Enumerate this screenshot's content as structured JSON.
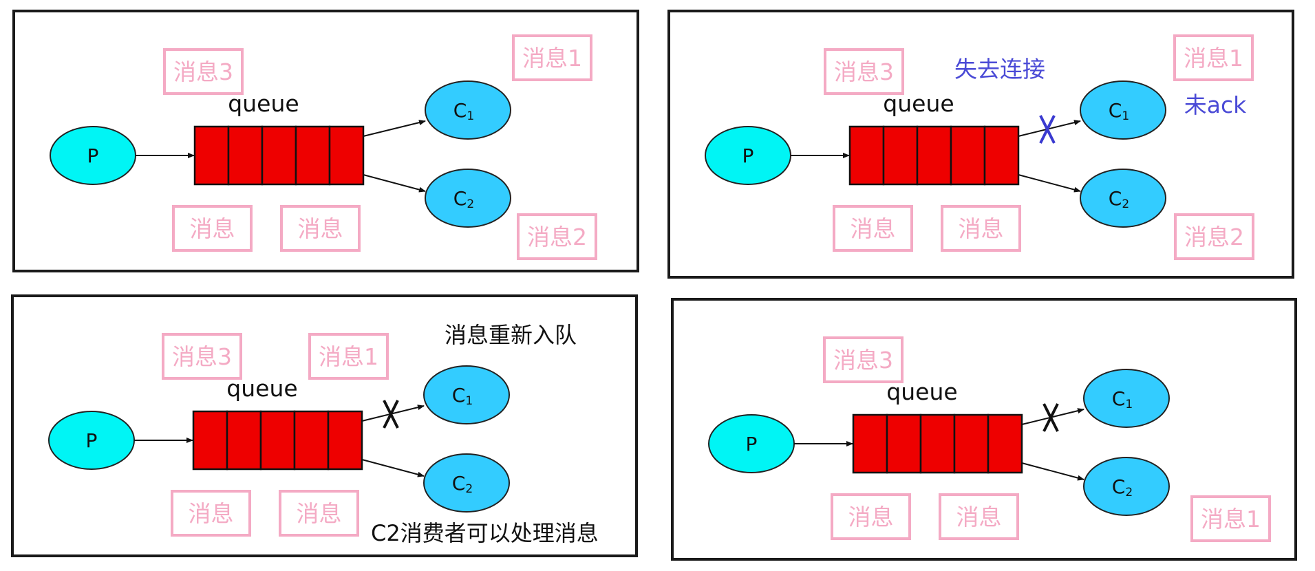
{
  "colors": {
    "message_border": "#f4aac4",
    "message_text": "#f4aac4",
    "queue_fill": "#ee0000",
    "producer_fill": "#00f5f5",
    "consumer_fill": "#33ccff",
    "annotation_blue": "#4a4ad6"
  },
  "icons": {
    "broken_link": "cross-mark-icon"
  },
  "panels": [
    {
      "queue_label": "queue",
      "producer": "P",
      "consumers": [
        {
          "letter": "C",
          "sub": "1"
        },
        {
          "letter": "C",
          "sub": "2"
        }
      ],
      "messages": [
        "消息3",
        "消息1",
        "消息",
        "消息",
        "消息2"
      ],
      "annotations": [],
      "c1_link_broken": false
    },
    {
      "queue_label": "queue",
      "producer": "P",
      "consumers": [
        {
          "letter": "C",
          "sub": "1"
        },
        {
          "letter": "C",
          "sub": "2"
        }
      ],
      "messages": [
        "消息3",
        "消息1",
        "消息",
        "消息",
        "消息2"
      ],
      "annotations": [
        "失去连接",
        "未ack"
      ],
      "c1_link_broken": true
    },
    {
      "queue_label": "queue",
      "producer": "P",
      "consumers": [
        {
          "letter": "C",
          "sub": "1"
        },
        {
          "letter": "C",
          "sub": "2"
        }
      ],
      "messages": [
        "消息3",
        "消息1",
        "消息",
        "消息"
      ],
      "annotations": [
        "消息重新入队",
        "C2消费者可以处理消息"
      ],
      "c1_link_broken": true
    },
    {
      "queue_label": "queue",
      "producer": "P",
      "consumers": [
        {
          "letter": "C",
          "sub": "1"
        },
        {
          "letter": "C",
          "sub": "2"
        }
      ],
      "messages": [
        "消息3",
        "消息",
        "消息",
        "消息1"
      ],
      "annotations": [],
      "c1_link_broken": true
    }
  ]
}
